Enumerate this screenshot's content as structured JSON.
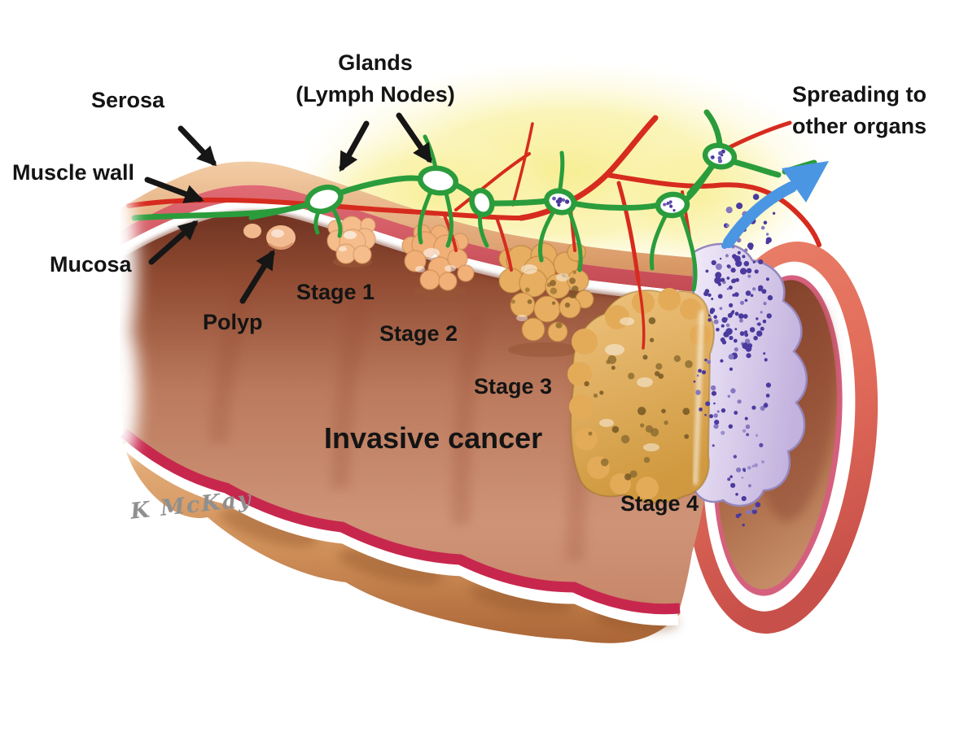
{
  "diagram": {
    "type": "medical-illustration",
    "subject": "Stages of colorectal cancer in the colon wall",
    "labels": {
      "serosa": "Serosa",
      "muscle_wall": "Muscle wall",
      "mucosa": "Mucosa",
      "polyp": "Polyp",
      "glands_line1": "Glands",
      "glands_line2": "(Lymph Nodes)",
      "stage_1": "Stage 1",
      "stage_2": "Stage 2",
      "stage_3": "Stage 3",
      "stage_4": "Stage 4",
      "invasive_cancer": "Invasive cancer",
      "spreading_line1": "Spreading to",
      "spreading_line2": "other organs"
    },
    "signature": "K McKay",
    "colors": {
      "background": "#ffffff",
      "label_text": "#141414",
      "annotation_arrow_black": "#161616",
      "serosa_tan": "#e9bb8e",
      "muscle_red": "#d25862",
      "submucosa_white": "#ffffff",
      "mucosa_interior_brown": "#9b4a33",
      "haustra_tan": "#d79a66",
      "bottom_band_crimson": "#c8274d",
      "lymph_green": "#2b9c3c",
      "vessel_red": "#d62b1e",
      "tumor_peach": "#f3b987",
      "tumor_tan": "#e0a854",
      "metastasis_purple": "#4a3a9e",
      "metastasis_lavender": "#d6c9ea",
      "spread_arrow_blue": "#4a96e3",
      "glow_yellow": "#f8ef9b"
    }
  }
}
